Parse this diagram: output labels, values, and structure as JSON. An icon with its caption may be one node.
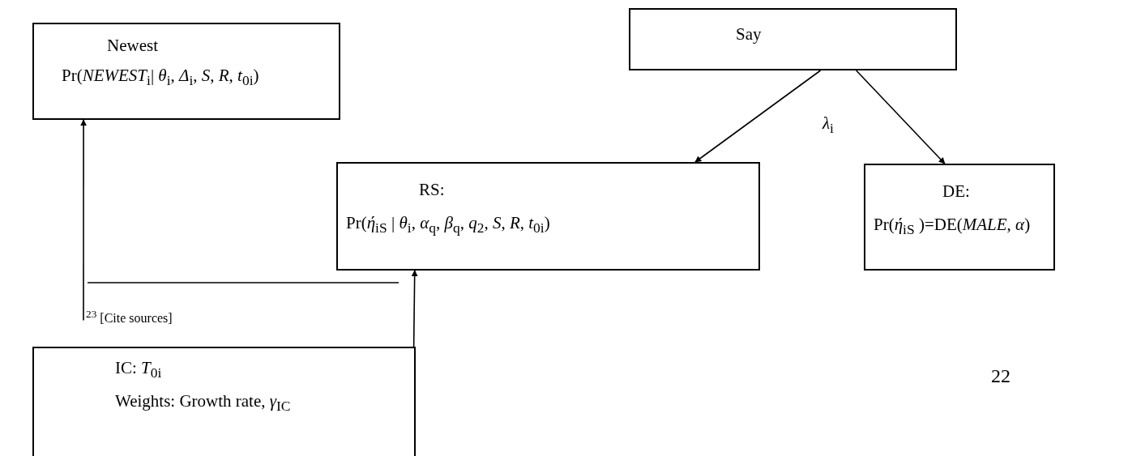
{
  "diagram": {
    "nodes": [
      {
        "text": [
          "Newest",
          "Pr(*NEWEST*$_{i}$| *θ*$_{i}$, *Δ*$_{i}$, *S*, *R*, *t*$_{0i}$)"
        ]
      },
      {
        "text": [
          "Say"
        ]
      },
      {
        "text": [
          "RS:",
          "Pr(*ή*$_{iS}$ | *θ*$_{i}$, *α*$_{q}$, *β*$_{q}$, *q*$_{2}$, *S*, *R*, *t*$_{0i}$)"
        ]
      },
      {
        "text": [
          "DE:",
          "Pr(*ή*$_{iS}$ )=DE(*MALE*, *α*)"
        ]
      },
      {
        "text": [
          "IC: *T*$_{0i}$",
          "Weights: Growth rate, *γ*$_{IC}$"
        ]
      },
      {
        "text": [
          "$^{23}$ [Cite sources]"
        ]
      }
    ],
    "edges": [
      {
        "from": 1,
        "to": 2,
        "arrow": "to"
      },
      {
        "from": 1,
        "to": 3,
        "arrow": "to"
      },
      {
        "from": 4,
        "to": 2,
        "arrow": "to"
      },
      {
        "from": 5,
        "to": 0,
        "arrow": "to"
      }
    ],
    "labels": [
      "*λ*$_{i}$",
      "22"
    ]
  }
}
